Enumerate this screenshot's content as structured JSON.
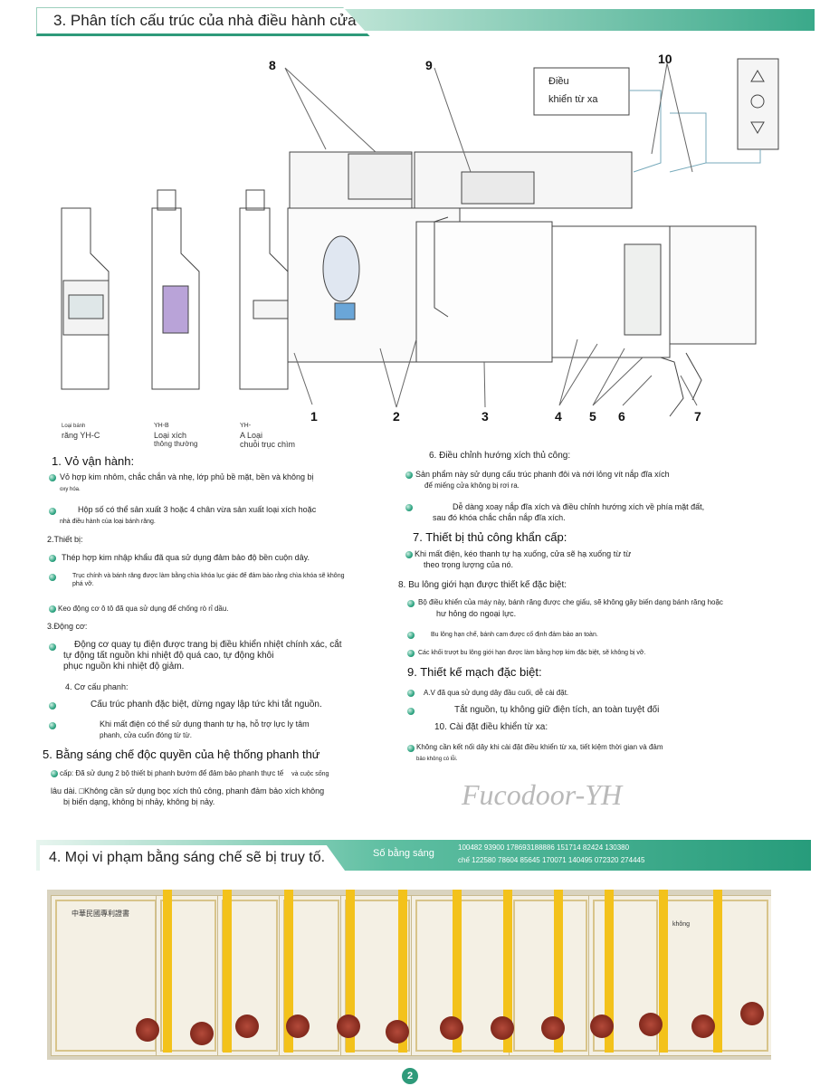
{
  "section3": {
    "title": "3. Phân tích cấu trúc của nhà điều hành cửa",
    "remote_label": "Điều\nkhiển từ xa",
    "callouts": [
      "1",
      "2",
      "3",
      "4",
      "5",
      "6",
      "7",
      "8",
      "9",
      "10"
    ],
    "variants": [
      {
        "line1": "Loại bánh",
        "line2": "răng YH-C"
      },
      {
        "line1": "YH-B",
        "line2": "Loại xích",
        "line3": "thông thường"
      },
      {
        "line1": "YH-",
        "line2": "A Loại",
        "line3": "chuỗi trục chìm"
      }
    ]
  },
  "features": {
    "f1_title": "1. Vỏ vận hành:",
    "f1_a": "Vỏ hợp kim nhôm, chắc chắn và nhẹ, lớp phủ bề mặt, bền và không bị",
    "f1_a2": "oxy hóa.",
    "f1_b": "Hộp số có thể sản xuất 3 hoặc 4 chân vừa sản xuất loại xích hoặc",
    "f1_b2": "nhà điều hành của loại bánh răng.",
    "f2_title": "2.Thiết bị:",
    "f2_a": "Thép hợp kim nhập khẩu đã qua sử dụng đảm bảo độ bền cuộn dây.",
    "f2_b": "Trục chính và bánh răng được làm bằng chìa khóa lục giác để đảm bảo rằng chìa khóa sẽ không",
    "f2_b2": "phá vỡ.",
    "f2_c": "Keo động cơ ô tô đã qua sử dụng để chống rò rỉ dầu.",
    "f3_title": "3.Động cơ:",
    "f3_a": "Động cơ quay tụ điện được trang bị điều khiển nhiệt chính xác, cắt",
    "f3_a2": "tự động tất nguồn khi nhiệt độ quá cao, tự động khôi",
    "f3_a3": "phục nguồn khi nhiệt độ giảm.",
    "f4_title": "4. Cơ cấu phanh:",
    "f4_a": "Cấu trúc phanh đặc biệt, dừng ngay lập tức khi tắt nguồn.",
    "f4_b": "Khi mất điện có thể sử dụng thanh tự hạ, hỗ trợ lực ly tâm",
    "f4_b2": "phanh, cửa cuốn đóng từ từ.",
    "f5_title": "5. Bằng sáng chế độc quyền của hệ thống phanh thứ",
    "f5_a": "cấp: Đã sử dụng 2 bộ thiết bị phanh bướm để đảm bảo phanh thực tế",
    "f5_a_tail": "và cuộc sống",
    "f5_b": "lâu dài. □Không cần sử dụng bọc xích thủ công, phanh đảm bảo xích không",
    "f5_b2": "bị biến dạng, không bị nhảy, không bị nảy.",
    "f6_title": "6. Điều chỉnh hướng xích thủ công:",
    "f6_a": "Sản phẩm này sử dụng cấu trúc phanh đôi và nới lỏng vít nắp đĩa xích",
    "f6_a2": "để miếng cửa không bị rơi ra.",
    "f6_b": "Dễ dàng xoay nắp đĩa xích và điều chỉnh hướng xích về phía mặt đất,",
    "f6_b2": "sau đó khóa chắc chắn nắp đĩa xích.",
    "f7_title": "7. Thiết bị thủ công khẩn cấp:",
    "f7_a": "Khi mất điện, kéo thanh tự hạ xuống, cửa sẽ hạ xuống từ từ",
    "f7_a2": "theo trọng lượng của nó.",
    "f8_title": "8. Bu lông giới hạn được thiết kế đặc biệt:",
    "f8_a": "Bộ điều khiển của máy này, bánh răng được che giấu, sẽ không gây biến dạng bánh răng hoặc",
    "f8_a2": "hư hỏng do ngoại lực.",
    "f8_b": "Bu lông hạn chế, bánh cam được cố định đảm bảo an toàn.",
    "f8_c": "Các khối trượt bu lông giới hạn được làm bằng hợp kim đặc biệt, sẽ không bị vỡ.",
    "f9_title": "9. Thiết kế mạch đặc biệt:",
    "f9_a": "A.V đã qua sử dụng dây đầu cuối, dễ cài đặt.",
    "f9_b": "Tắt nguồn, tụ không giữ điện tích, an toàn tuyệt đối",
    "f10_title": "10. Cài đặt điều khiển từ xa:",
    "f10_a": "Không cần kết nối dây khi cài đặt điều khiển từ xa, tiết kiệm thời gian và đảm",
    "f10_a2": "bảo không có lỗi."
  },
  "watermark": "Fucodoor-YH",
  "section4": {
    "title": "4. Mọi vi phạm bằng sáng chế sẽ bị truy tố.",
    "patent_label": "Số bằng sáng",
    "patent_line1": "100482 93900 178693188886 151714 82424 130380",
    "patent_line2": "chế 122580 78604 85645 170071 140495 072320 274445",
    "cert_text_a": "中華民國專利證書",
    "cert_text_b": "không"
  },
  "page_number": "2",
  "colors": {
    "accent": "#2e9a7a",
    "ribbon": "#f3c21b"
  }
}
